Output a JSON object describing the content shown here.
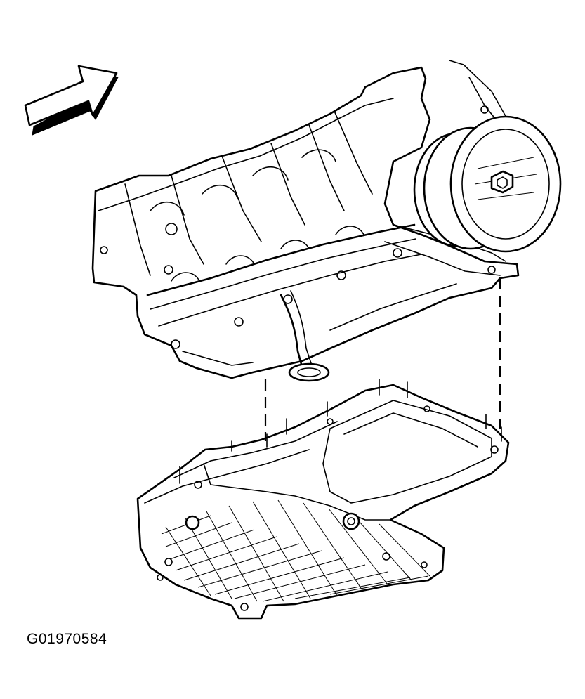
{
  "figure": {
    "id": "G01970584"
  },
  "icons": {
    "direction_arrow": "front-direction-arrow-icon",
    "engine_block": "engine-block-illustration",
    "crankshaft_balancer": "crankshaft-balancer-icon",
    "oil_pan": "oil-pan-illustration"
  }
}
